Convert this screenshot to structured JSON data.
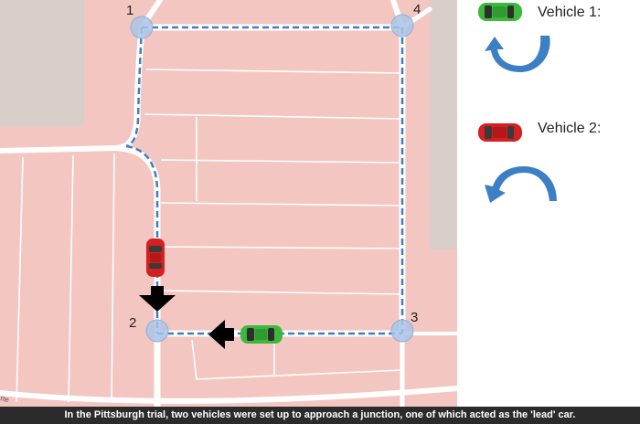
{
  "map": {
    "nodes": [
      {
        "id": "node-1",
        "label": "1"
      },
      {
        "id": "node-2",
        "label": "2"
      },
      {
        "id": "node-3",
        "label": "3"
      },
      {
        "id": "node-4",
        "label": "4"
      }
    ],
    "street_label": "rte",
    "colors": {
      "parcel_fill": "#f4c6c1",
      "road": "#ffffff",
      "building": "#d8cfca",
      "route_dash": "#3d7fc4",
      "node_fill": "#a9c3e6",
      "vehicle_1": "#3cb83c",
      "vehicle_2": "#d42020",
      "direction_arrow": "#000000"
    }
  },
  "legend": {
    "vehicle_1": {
      "label": "Vehicle 1:",
      "car_icon": "green-car-icon",
      "arrow_icon": "counterclockwise-u-turn-arrow-icon"
    },
    "vehicle_2": {
      "label": "Vehicle 2:",
      "car_icon": "red-car-icon",
      "arrow_icon": "clockwise-turn-arrow-icon"
    },
    "arrow_color": "#3d7fc4"
  },
  "caption": {
    "text": "In the Pittsburgh trial, two vehicles were set up to approach a junction, one of which acted as the 'lead' car."
  }
}
